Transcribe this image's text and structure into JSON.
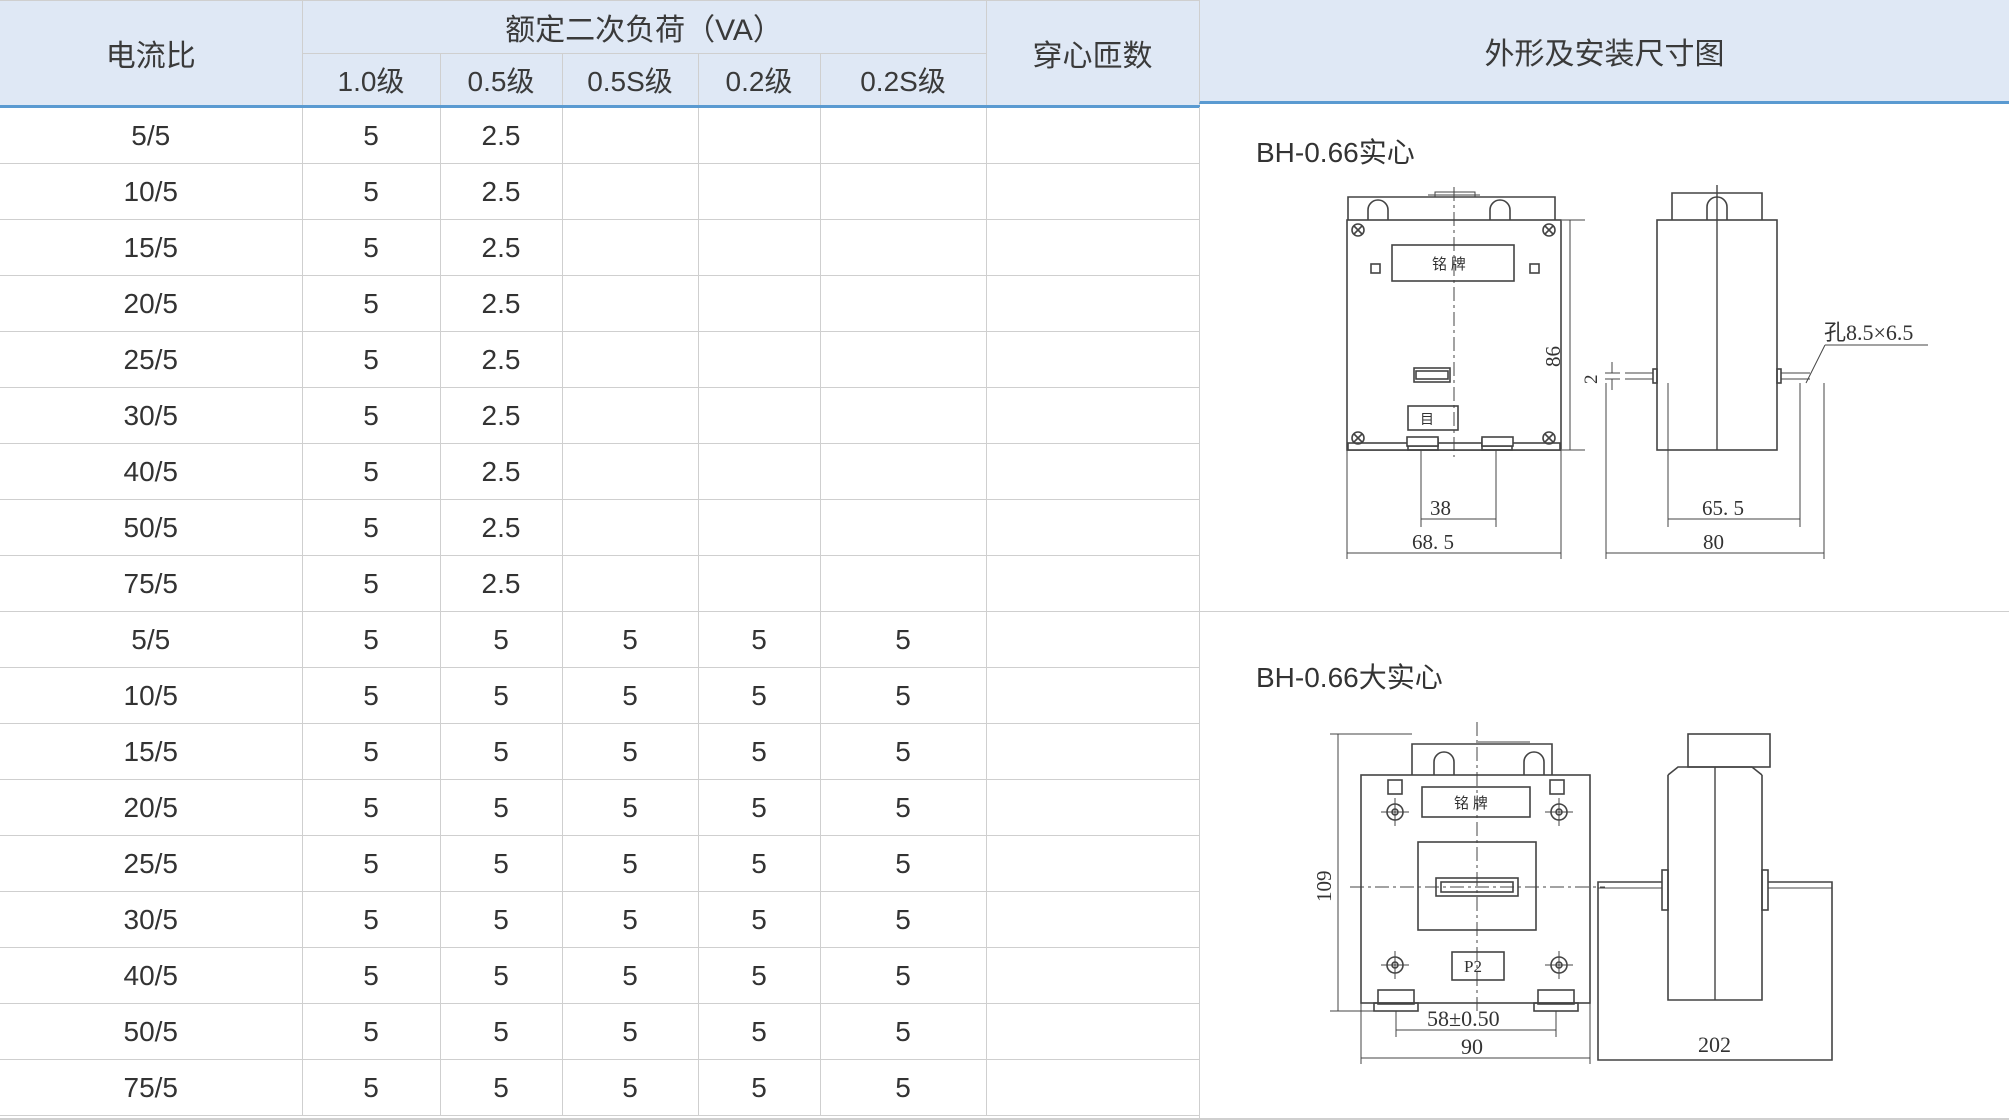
{
  "table": {
    "col_ratio": "电流比",
    "col_burden": "额定二次负荷（VA）",
    "col_turns": "穿心匝数",
    "col_drawing": "外形及安装尺寸图",
    "grades": [
      "1.0级",
      "0.5级",
      "0.5S级",
      "0.2级",
      "0.2S级"
    ],
    "rows": [
      [
        "5/5",
        "5",
        "2.5",
        "",
        "",
        ""
      ],
      [
        "10/5",
        "5",
        "2.5",
        "",
        "",
        ""
      ],
      [
        "15/5",
        "5",
        "2.5",
        "",
        "",
        ""
      ],
      [
        "20/5",
        "5",
        "2.5",
        "",
        "",
        ""
      ],
      [
        "25/5",
        "5",
        "2.5",
        "",
        "",
        ""
      ],
      [
        "30/5",
        "5",
        "2.5",
        "",
        "",
        ""
      ],
      [
        "40/5",
        "5",
        "2.5",
        "",
        "",
        ""
      ],
      [
        "50/5",
        "5",
        "2.5",
        "",
        "",
        ""
      ],
      [
        "75/5",
        "5",
        "2.5",
        "",
        "",
        ""
      ],
      [
        "5/5",
        "5",
        "5",
        "5",
        "5",
        "5"
      ],
      [
        "10/5",
        "5",
        "5",
        "5",
        "5",
        "5"
      ],
      [
        "15/5",
        "5",
        "5",
        "5",
        "5",
        "5"
      ],
      [
        "20/5",
        "5",
        "5",
        "5",
        "5",
        "5"
      ],
      [
        "25/5",
        "5",
        "5",
        "5",
        "5",
        "5"
      ],
      [
        "30/5",
        "5",
        "5",
        "5",
        "5",
        "5"
      ],
      [
        "40/5",
        "5",
        "5",
        "5",
        "5",
        "5"
      ],
      [
        "50/5",
        "5",
        "5",
        "5",
        "5",
        "5"
      ],
      [
        "75/5",
        "5",
        "5",
        "5",
        "5",
        "5"
      ]
    ]
  },
  "drawing1": {
    "title": "BH-0.66实心",
    "nameplate": "铭  牌",
    "dim_height": "86",
    "dim_gap": "2",
    "hole": "孔8.5×6.5",
    "dim_38": "38",
    "dim_685": "68. 5",
    "dim_655": "65. 5",
    "dim_80": "80"
  },
  "drawing2": {
    "title": "BH-0.66大实心",
    "nameplate": "铭  牌",
    "dim_height": "109",
    "terminal": "P2",
    "dim_58": "58±0.50",
    "dim_90": "90",
    "dim_202": "202"
  },
  "colors": {
    "header_bg": "#dfe8f5",
    "header_line": "#5a9ad1",
    "grid": "#cfcfcf"
  }
}
